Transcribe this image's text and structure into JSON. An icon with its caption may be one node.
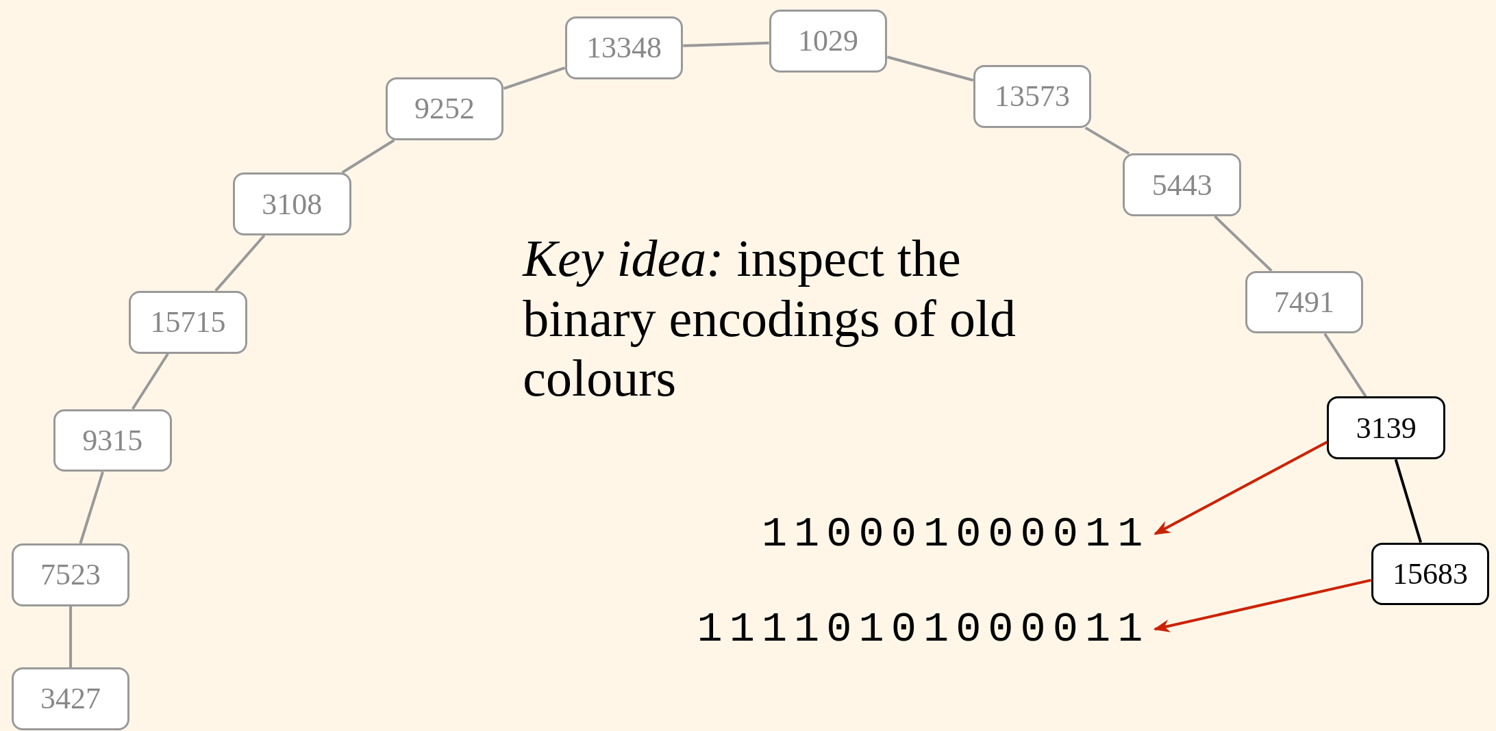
{
  "diagram": {
    "nodes": [
      {
        "text": [
          "3427"
        ]
      },
      {
        "text": [
          "7523"
        ]
      },
      {
        "text": [
          "9315"
        ]
      },
      {
        "text": [
          "15715"
        ]
      },
      {
        "text": [
          "3108"
        ]
      },
      {
        "text": [
          "9252"
        ]
      },
      {
        "text": [
          "13348"
        ]
      },
      {
        "text": [
          "1029"
        ]
      },
      {
        "text": [
          "13573"
        ]
      },
      {
        "text": [
          "5443"
        ]
      },
      {
        "text": [
          "7491"
        ]
      },
      {
        "text": [
          "3139"
        ]
      },
      {
        "text": [
          "15683"
        ]
      },
      {
        "text": [
          "110001000011"
        ]
      },
      {
        "text": [
          "11110101000011"
        ]
      }
    ],
    "edges": [
      {
        "from": 0,
        "to": 1,
        "arrow": "none"
      },
      {
        "from": 1,
        "to": 2,
        "arrow": "none"
      },
      {
        "from": 2,
        "to": 3,
        "arrow": "none"
      },
      {
        "from": 3,
        "to": 4,
        "arrow": "none"
      },
      {
        "from": 4,
        "to": 5,
        "arrow": "none"
      },
      {
        "from": 5,
        "to": 6,
        "arrow": "none"
      },
      {
        "from": 6,
        "to": 7,
        "arrow": "none"
      },
      {
        "from": 7,
        "to": 8,
        "arrow": "none"
      },
      {
        "from": 8,
        "to": 9,
        "arrow": "none"
      },
      {
        "from": 9,
        "to": 10,
        "arrow": "none"
      },
      {
        "from": 10,
        "to": 11,
        "arrow": "none"
      },
      {
        "from": 11,
        "to": 12,
        "arrow": "none",
        "color": "#000000"
      },
      {
        "from": 11,
        "to": 13,
        "arrow": "to",
        "color": "#cc2200"
      },
      {
        "from": 12,
        "to": 14,
        "arrow": "to",
        "color": "#cc2200"
      }
    ],
    "labels": [
      "*Key idea:* inspect the binary encodings of old colours"
    ]
  }
}
